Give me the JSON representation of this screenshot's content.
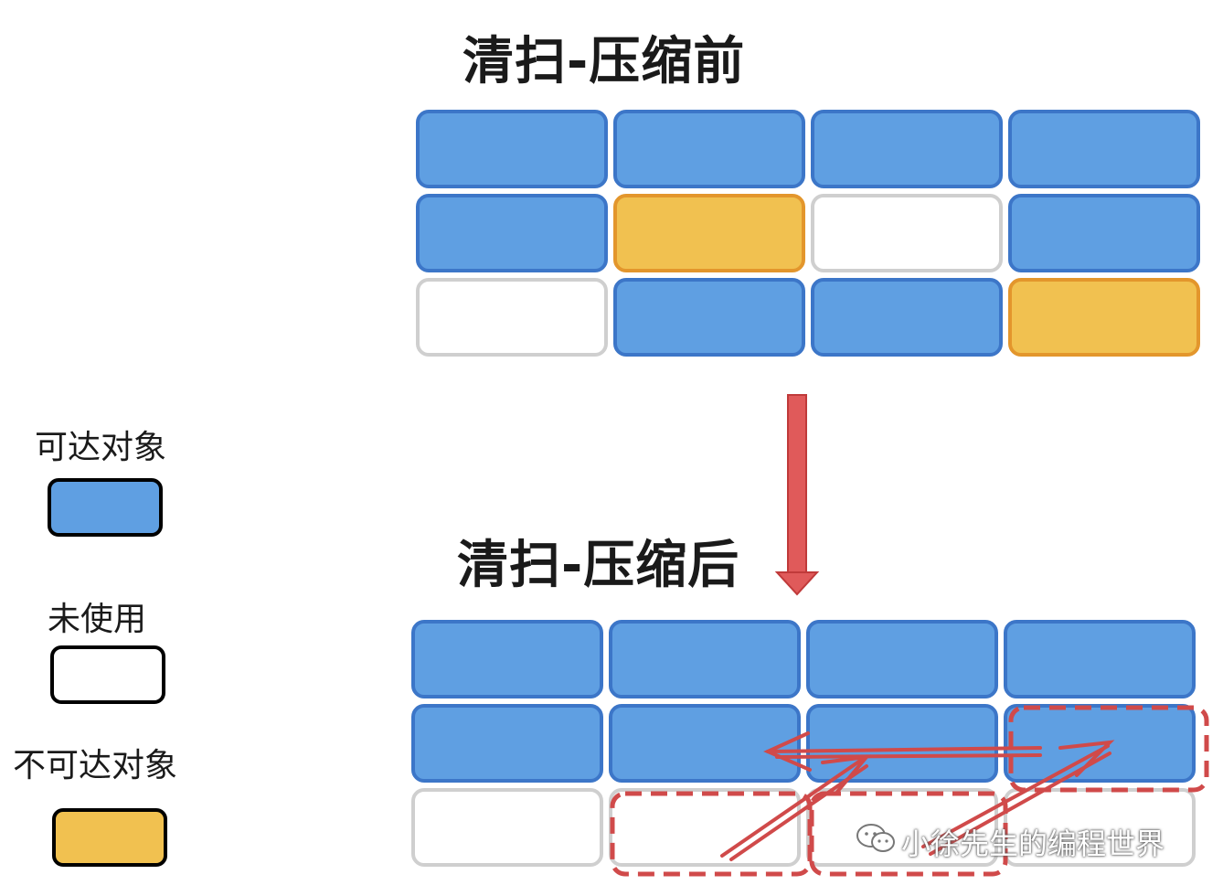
{
  "titles": {
    "before": "清扫-压缩前",
    "after": "清扫-压缩后"
  },
  "colors": {
    "reachable": "#5f9fe2",
    "unused": "#ffffff",
    "unreachable": "#f1c150",
    "arrow": "#e05050",
    "dashed": "#d04a4a"
  },
  "before_grid": [
    [
      "reachable",
      "reachable",
      "reachable",
      "reachable"
    ],
    [
      "reachable",
      "unreachable",
      "unused",
      "reachable"
    ],
    [
      "unused",
      "reachable",
      "reachable",
      "unreachable"
    ]
  ],
  "after_grid": [
    [
      "reachable",
      "reachable",
      "reachable",
      "reachable"
    ],
    [
      "reachable",
      "reachable",
      "reachable",
      "reachable"
    ],
    [
      "unused",
      "unused",
      "unused",
      "unused"
    ]
  ],
  "legend": [
    {
      "label": "可达对象",
      "type": "reachable"
    },
    {
      "label": "未使用",
      "type": "unused"
    },
    {
      "label": "不可达对象",
      "type": "unreachable"
    }
  ],
  "watermark": {
    "icon": "wechat-icon",
    "text": "小徐先生的编程世界"
  }
}
